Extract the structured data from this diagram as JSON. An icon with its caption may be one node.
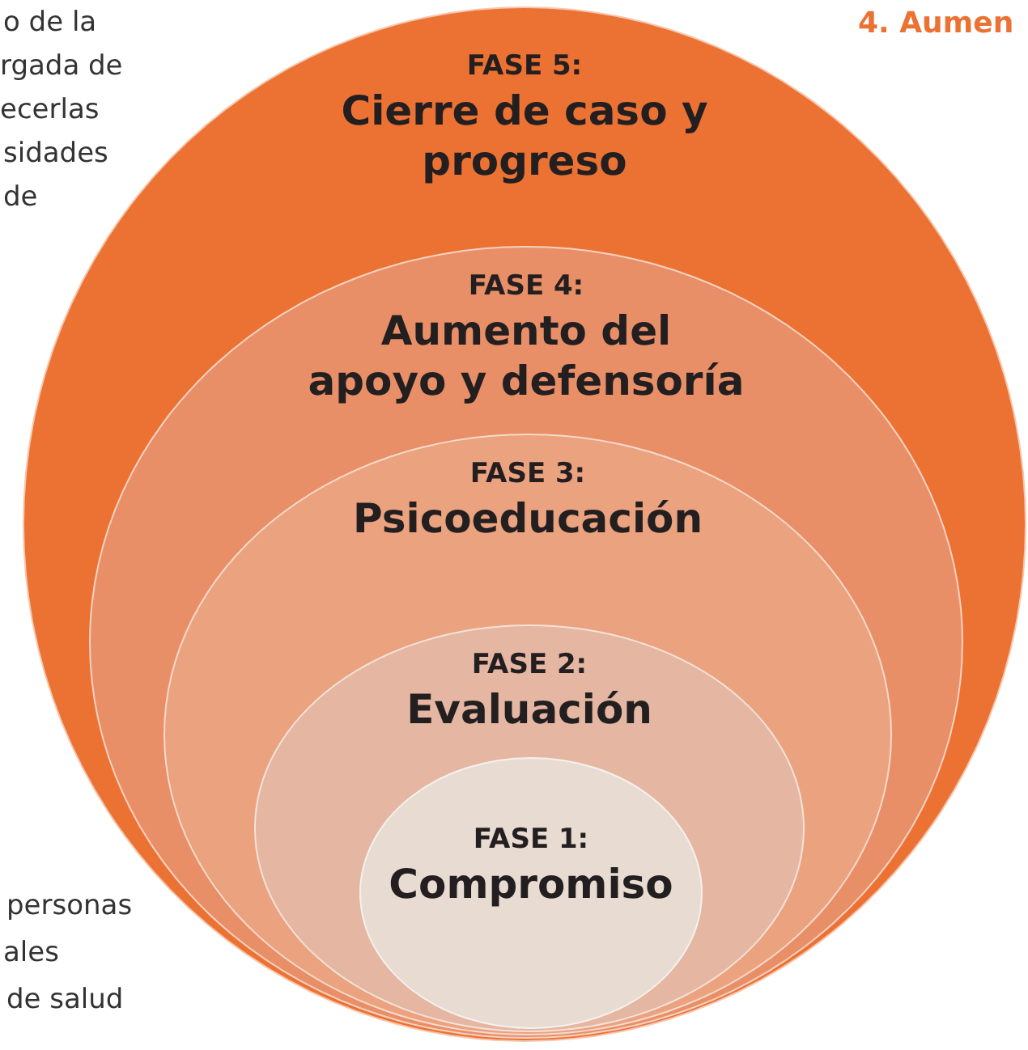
{
  "diagram": {
    "nodes": [
      {
        "text": [
          "FASE 5:",
          "Cierre de caso y progreso"
        ]
      },
      {
        "text": [
          "FASE 4:",
          "Aumento del apoyo y defensoría"
        ],
        "in": 0
      },
      {
        "text": [
          "FASE 3:",
          "Psicoeducación"
        ],
        "in": 1
      },
      {
        "text": [
          "FASE 2:",
          "Evaluación"
        ],
        "in": 2
      },
      {
        "text": [
          "FASE 1:",
          "Compromiso"
        ],
        "in": 3
      }
    ],
    "edges": [],
    "labels": [
      "o de la",
      "rgada de",
      "ecerlas",
      "sidades",
      "de",
      "4. Aumen",
      "personas",
      "ales",
      "de salud"
    ]
  }
}
